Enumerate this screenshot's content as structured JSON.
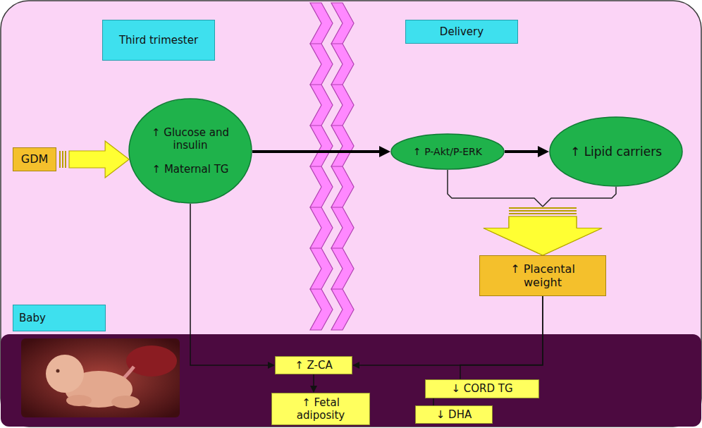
{
  "diagram": {
    "nodes": [
      {
        "text": [
          "Third trimester"
        ]
      },
      {
        "text": [
          "Delivery"
        ]
      },
      {
        "text": [
          "GDM"
        ]
      },
      {
        "text": [
          "↑ Glucose and insulin",
          "↑ Maternal TG"
        ]
      },
      {
        "text": [
          "↑ P-Akt/P-ERK"
        ]
      },
      {
        "text": [
          "↑ Lipid carriers"
        ]
      },
      {
        "text": [
          "↑ Placental weight"
        ]
      },
      {
        "text": [
          "Baby"
        ]
      },
      {
        "text": [
          "↑ Z-CA"
        ]
      },
      {
        "text": [
          "↑ Fetal adiposity"
        ]
      },
      {
        "text": [
          "↓ CORD TG"
        ]
      },
      {
        "text": [
          "↓ DHA"
        ]
      }
    ],
    "edges": [
      {
        "from": 2,
        "to": 3,
        "arrow": "to"
      },
      {
        "from": 3,
        "to": 4,
        "arrow": "to"
      },
      {
        "from": 4,
        "to": 5,
        "arrow": "to"
      },
      {
        "from": 4,
        "to": 6,
        "arrow": "to"
      },
      {
        "from": 5,
        "to": 6,
        "arrow": "to"
      },
      {
        "from": 3,
        "to": 8,
        "arrow": "to"
      },
      {
        "from": 6,
        "to": 8,
        "arrow": "to"
      },
      {
        "from": 6,
        "to": 10,
        "arrow": "none"
      },
      {
        "from": 8,
        "to": 9,
        "arrow": "to"
      },
      {
        "from": 10,
        "to": 11,
        "arrow": "none"
      }
    ]
  }
}
